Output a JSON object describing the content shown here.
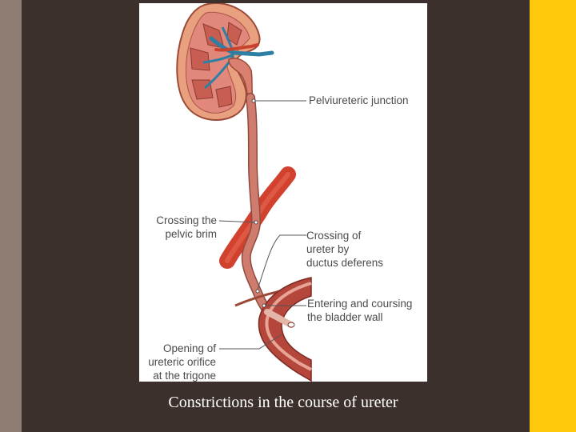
{
  "diagram": {
    "labels": {
      "pelviureteric_junction": "Pelviureteric junction",
      "crossing_pelvic_brim_1": "Crossing the",
      "crossing_pelvic_brim_2": "pelvic brim",
      "crossing_ductus_1": "Crossing of",
      "crossing_ductus_2": "ureter by",
      "crossing_ductus_3": "ductus deferens",
      "entering_bladder_1": "Entering and coursing",
      "entering_bladder_2": "the bladder wall",
      "opening_orifice_1": "Opening of",
      "opening_orifice_2": "ureteric orifice",
      "opening_orifice_3": "at the trigone"
    },
    "colors": {
      "ureter": "#cf7b6e",
      "artery": "#d2402e",
      "kidney_cortex": "#e9a07e",
      "renal_vessels_blue": "#2d7fa4",
      "bladder_wall": "#b4463b"
    }
  },
  "caption": "Constrictions in the course of ureter"
}
